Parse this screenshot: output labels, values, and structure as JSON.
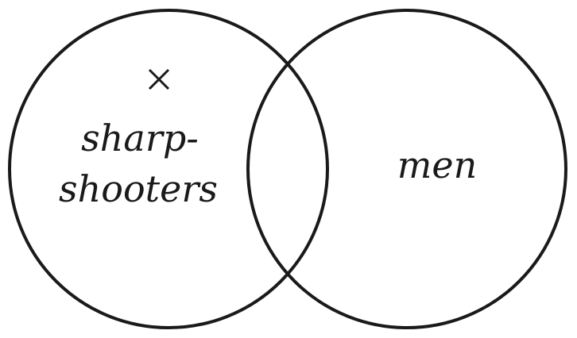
{
  "diagram": {
    "sets": [
      {
        "id": "left",
        "label_lines": [
          "sharp-",
          "shooters"
        ]
      },
      {
        "id": "right",
        "label_lines": [
          "men"
        ]
      }
    ],
    "marker": {
      "symbol": "×",
      "region": "left-only"
    },
    "colors": {
      "stroke": "#1a1a1a",
      "background": "#ffffff"
    }
  }
}
